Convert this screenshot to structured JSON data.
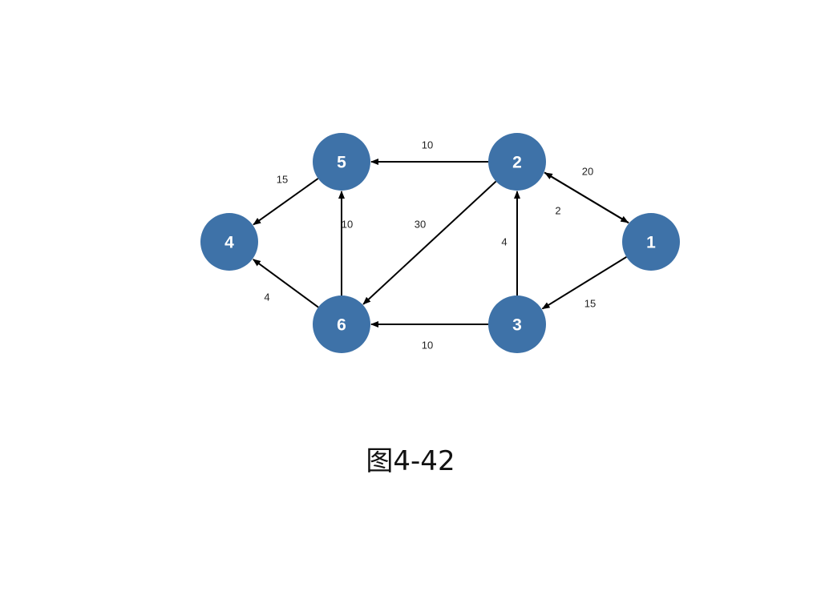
{
  "figure": {
    "caption": "图4-42"
  },
  "graph": {
    "node_color": "#3e72a8",
    "nodes": [
      {
        "id": "1",
        "label": "1"
      },
      {
        "id": "2",
        "label": "2"
      },
      {
        "id": "3",
        "label": "3"
      },
      {
        "id": "4",
        "label": "4"
      },
      {
        "id": "5",
        "label": "5"
      },
      {
        "id": "6",
        "label": "6"
      }
    ],
    "edges": [
      {
        "from": "2",
        "to": "5",
        "weight": "10"
      },
      {
        "from": "2",
        "to": "1",
        "weight": "20"
      },
      {
        "from": "1",
        "to": "2",
        "weight": "2"
      },
      {
        "from": "1",
        "to": "3",
        "weight": "15"
      },
      {
        "from": "3",
        "to": "2",
        "weight": "4"
      },
      {
        "from": "3",
        "to": "6",
        "weight": "10"
      },
      {
        "from": "2",
        "to": "6",
        "weight": "30"
      },
      {
        "from": "6",
        "to": "5",
        "weight": "10"
      },
      {
        "from": "5",
        "to": "4",
        "weight": "15"
      },
      {
        "from": "6",
        "to": "4",
        "weight": "4"
      }
    ]
  }
}
